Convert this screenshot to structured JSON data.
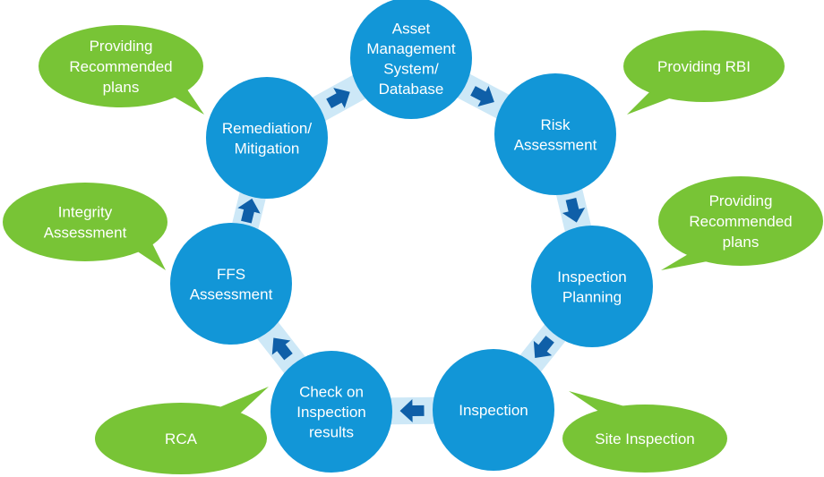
{
  "colors": {
    "node_fill": "#1296d7",
    "ring": "#cde8f7",
    "arrow": "#0f5fa8",
    "bubble_fill": "#78c436",
    "text": "#ffffff"
  },
  "nodes": [
    {
      "id": "asset-management",
      "lines": [
        "Asset",
        "Management",
        "System/",
        "Database"
      ]
    },
    {
      "id": "risk-assessment",
      "lines": [
        "Risk",
        "Assessment"
      ]
    },
    {
      "id": "inspection-planning",
      "lines": [
        "Inspection",
        "Planning"
      ]
    },
    {
      "id": "inspection",
      "lines": [
        "Inspection"
      ]
    },
    {
      "id": "check-inspection-results",
      "lines": [
        "Check on",
        "Inspection",
        "results"
      ]
    },
    {
      "id": "ffs-assessment",
      "lines": [
        "FFS",
        "Assessment"
      ]
    },
    {
      "id": "remediation-mitigation",
      "lines": [
        "Remediation/",
        "Mitigation"
      ]
    }
  ],
  "callouts": [
    {
      "id": "providing-rbi",
      "lines": [
        "Providing RBI"
      ]
    },
    {
      "id": "providing-recommended-plans-right",
      "lines": [
        "Providing",
        "Recommended",
        "plans"
      ]
    },
    {
      "id": "site-inspection",
      "lines": [
        "Site Inspection"
      ]
    },
    {
      "id": "rca",
      "lines": [
        "RCA"
      ]
    },
    {
      "id": "integrity-assessment",
      "lines": [
        "Integrity",
        "Assessment"
      ]
    },
    {
      "id": "providing-recommended-plans-left",
      "lines": [
        "Providing",
        "Recommended",
        "plans"
      ]
    }
  ],
  "flow": [
    "asset-management",
    "risk-assessment",
    "inspection-planning",
    "inspection",
    "check-inspection-results",
    "ffs-assessment",
    "remediation-mitigation"
  ]
}
